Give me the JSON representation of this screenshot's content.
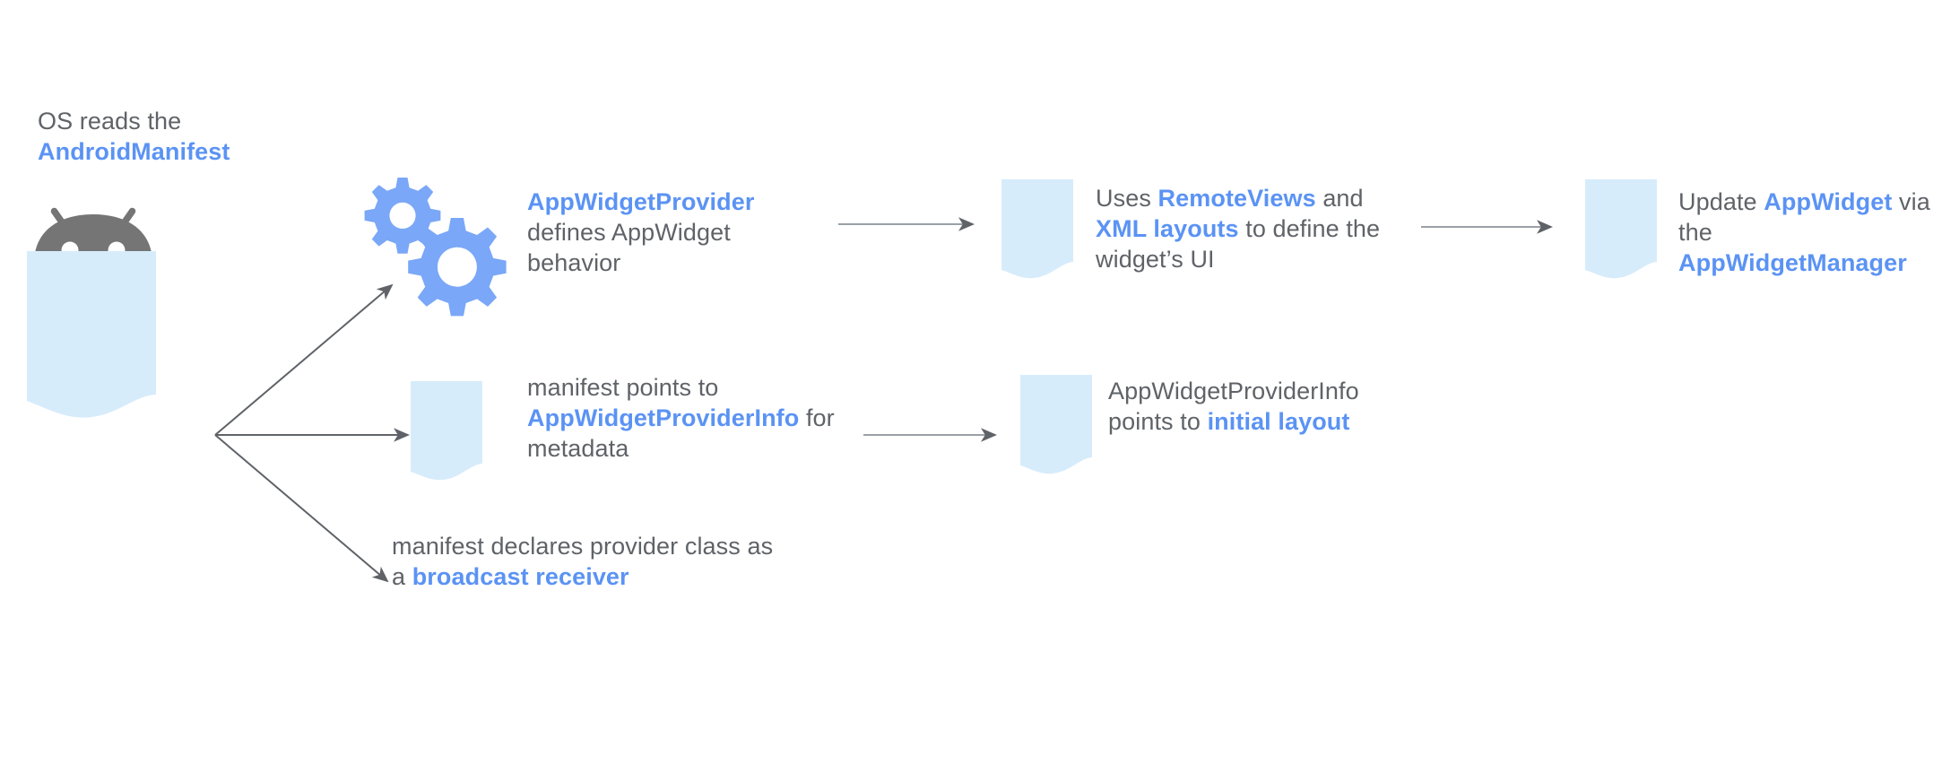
{
  "diagram": {
    "title": "Android AppWidget lifecycle flow",
    "colors": {
      "accent_blue": "#5b93f4",
      "doc_fill": "#d7ecfb",
      "text_gray": "#5f6368",
      "robot_gray": "#757575",
      "arrow_gray": "#5f6368"
    },
    "nodes": {
      "manifest": {
        "icon": "android-robot-icon",
        "doc_icon": "document-icon",
        "caption_line1": "OS reads the",
        "caption_line2": "AndroidManifest"
      },
      "provider": {
        "icon": "gears-icon",
        "line1_accent": "AppWidgetProvider",
        "line2": "defines AppWidget",
        "line3": "behavior"
      },
      "remoteviews": {
        "doc_icon": "document-icon",
        "line1_pre": "Uses ",
        "line1_accent": "RemoteViews",
        "line1_post": " and",
        "line2_accent": "XML layouts",
        "line2_post": " to define the",
        "line3": "widget’s UI"
      },
      "update": {
        "doc_icon": "document-icon",
        "line1_pre": "Update ",
        "line1_accent": "AppWidget",
        "line1_post": " via",
        "line2": "the",
        "line3_accent": "AppWidgetManager"
      },
      "providerinfo": {
        "doc_icon": "document-icon",
        "line1": "manifest points to",
        "line2_accent": "AppWidgetProviderInfo",
        "line2_post": " for",
        "line3": "metadata"
      },
      "initiallayout": {
        "doc_icon": "document-icon",
        "line1": "AppWidgetProviderInfo",
        "line2_pre": "points to ",
        "line2_accent": "initial layout"
      },
      "broadcast": {
        "line1": "manifest declares provider class as",
        "line2_pre": "a ",
        "line2_accent": "broadcast receiver"
      }
    },
    "edges": [
      {
        "name": "manifest-to-provider",
        "kind": "arrow-diagonal-up"
      },
      {
        "name": "manifest-to-providerinfo",
        "kind": "arrow-horizontal"
      },
      {
        "name": "manifest-to-broadcast",
        "kind": "arrow-diagonal-down"
      },
      {
        "name": "provider-to-remoteviews",
        "kind": "arrow-horizontal"
      },
      {
        "name": "remoteviews-to-update",
        "kind": "arrow-horizontal"
      },
      {
        "name": "providerinfo-to-initiallayout",
        "kind": "arrow-horizontal"
      }
    ]
  }
}
